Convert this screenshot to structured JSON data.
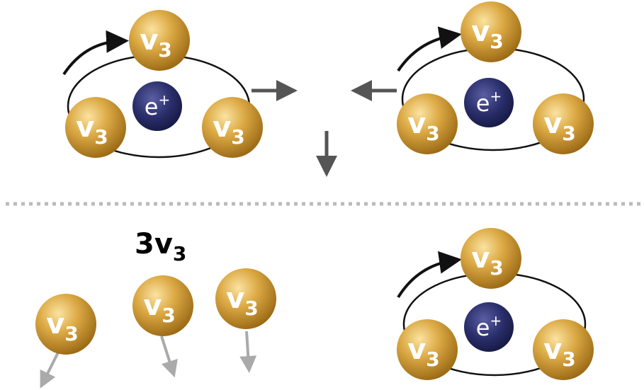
{
  "labels": {
    "particle_main": "v",
    "particle_sub": "3",
    "positron_main": "e",
    "positron_sup": "+",
    "free_count": "3v",
    "free_count_sub": "3"
  },
  "colors": {
    "gold_light": "#f7d27a",
    "gold_mid": "#d9a23a",
    "gold_dark": "#a8731a",
    "navy_light": "#4a4f8f",
    "navy_dark": "#1c1f52",
    "arrow_dark": "#555555",
    "arrow_light": "#aaaaaa",
    "divider": "#bbbbbb"
  }
}
